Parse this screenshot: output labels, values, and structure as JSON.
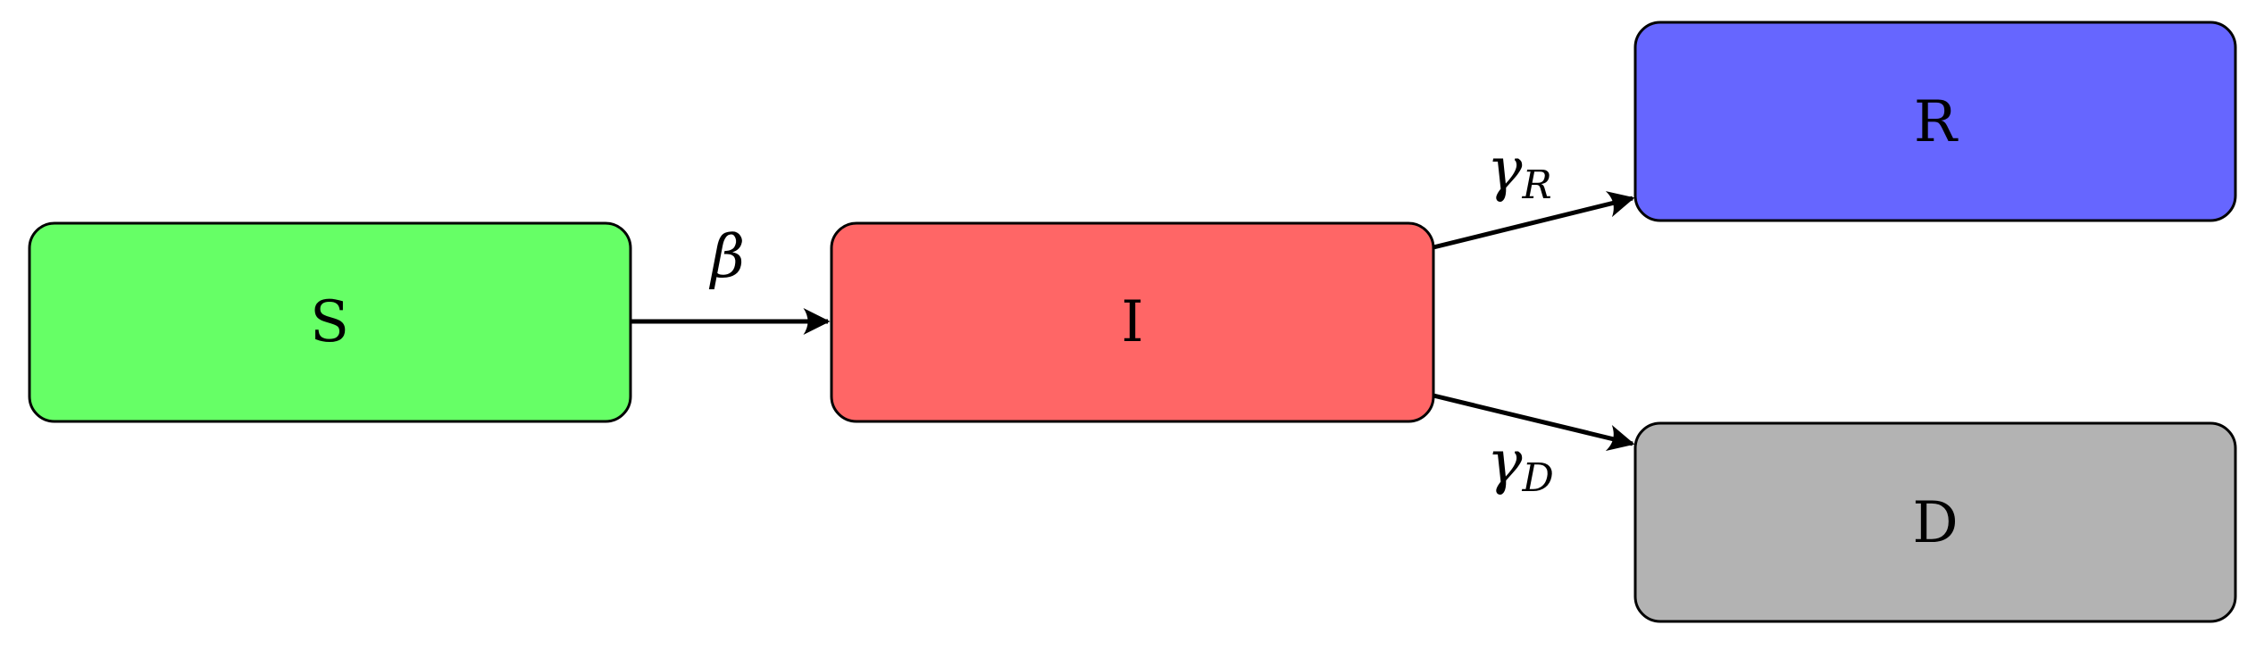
{
  "diagram": {
    "nodes": {
      "s": {
        "label": "S",
        "color": "#66ff66"
      },
      "i": {
        "label": "I",
        "color": "#ff6666"
      },
      "r": {
        "label": "R",
        "color": "#6666ff"
      },
      "d": {
        "label": "D",
        "color": "#b3b3b3"
      }
    },
    "edges": {
      "s_to_i": {
        "from": "S",
        "to": "I",
        "symbol": "β",
        "subscript": ""
      },
      "i_to_r": {
        "from": "I",
        "to": "R",
        "symbol": "γ",
        "subscript": "R"
      },
      "i_to_d": {
        "from": "I",
        "to": "D",
        "symbol": "γ",
        "subscript": "D"
      }
    }
  }
}
